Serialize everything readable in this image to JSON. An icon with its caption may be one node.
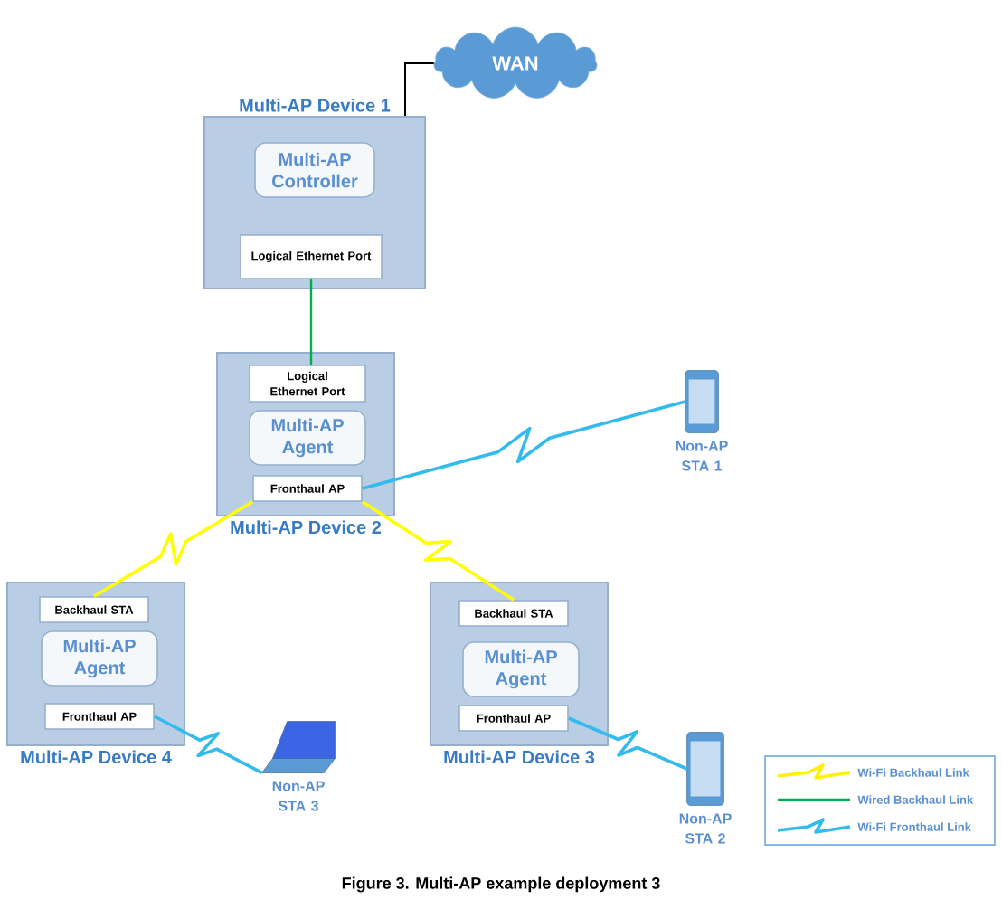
{
  "diagram": {
    "caption": "Figure 3.  Multi-AP example deployment 3",
    "nodes": [
      {
        "text": [
          "WAN"
        ]
      },
      {
        "text": [
          "Multi-AP Device 1"
        ]
      },
      {
        "text": [
          "Multi-AP Controller"
        ],
        "in": 1
      },
      {
        "text": [
          "Logical Ethernet Port"
        ],
        "in": 1
      },
      {
        "text": [
          "Multi-AP Device 2"
        ]
      },
      {
        "text": [
          "Logical Ethernet Port"
        ],
        "in": 4
      },
      {
        "text": [
          "Multi-AP Agent"
        ],
        "in": 4
      },
      {
        "text": [
          "Fronthaul AP"
        ],
        "in": 4
      },
      {
        "text": [
          "Non-AP STA 1"
        ]
      },
      {
        "text": [
          "Multi-AP Device 4"
        ]
      },
      {
        "text": [
          "Backhaul STA"
        ],
        "in": 9
      },
      {
        "text": [
          "Multi-AP Agent"
        ],
        "in": 9
      },
      {
        "text": [
          "Fronthaul AP"
        ],
        "in": 9
      },
      {
        "text": [
          "Multi-AP Device 3"
        ]
      },
      {
        "text": [
          "Backhaul STA"
        ],
        "in": 13
      },
      {
        "text": [
          "Multi-AP Agent"
        ],
        "in": 13
      },
      {
        "text": [
          "Fronthaul AP"
        ],
        "in": 13
      },
      {
        "text": [
          "Non-AP STA 3"
        ]
      },
      {
        "text": [
          "Non-AP STA 2"
        ]
      }
    ],
    "edges": [
      {
        "from": 1,
        "to": 0,
        "arrow": "none",
        "color": "#000000"
      },
      {
        "from": 3,
        "to": 5,
        "arrow": "none",
        "color": "#00b050"
      },
      {
        "from": 7,
        "to": 8,
        "arrow": "none"
      },
      {
        "from": 7,
        "to": 10,
        "arrow": "none",
        "color": "#ffff00"
      },
      {
        "from": 7,
        "to": 14,
        "arrow": "none",
        "color": "#ffff00"
      },
      {
        "from": 12,
        "to": 17,
        "arrow": "none"
      },
      {
        "from": 16,
        "to": 18,
        "arrow": "none"
      }
    ],
    "legend": [
      {
        "text": "Wi-Fi Backhaul Link"
      },
      {
        "text": "Wired Backhaul Link"
      },
      {
        "text": "Wi-Fi Fronthaul Link"
      }
    ]
  }
}
